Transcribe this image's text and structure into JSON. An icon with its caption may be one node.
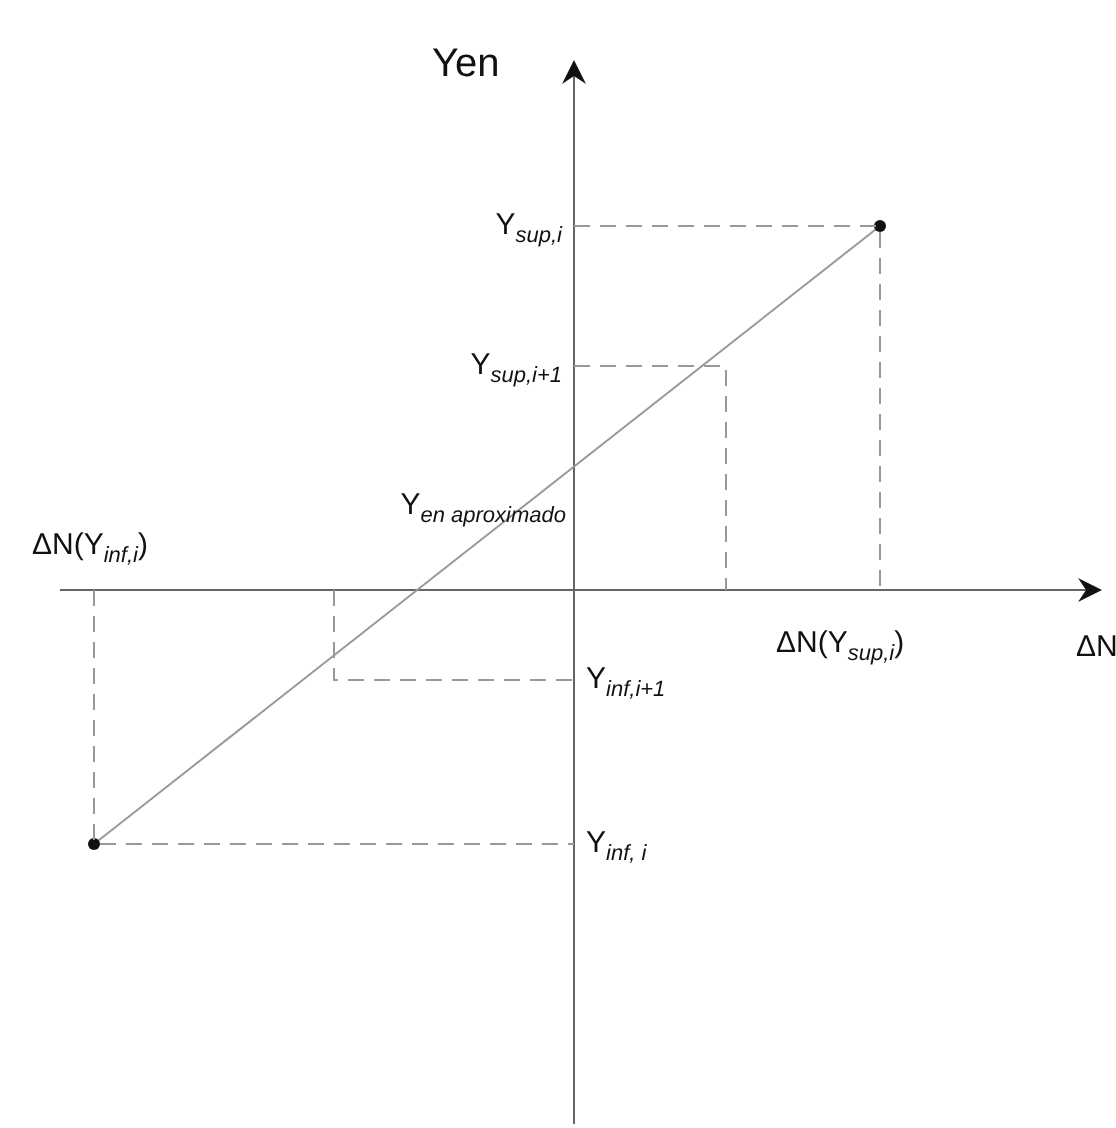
{
  "diagram": {
    "labels": [
      "Yen",
      "Y$_{sup,i}$",
      "Y$_{sup,i+1}$",
      "Y$_{en aproximado}$",
      "ΔN(Y$_{inf,i}$)",
      "ΔN(Y$_{sup,i}$)",
      "ΔN",
      "Y$_{inf,i+1}$",
      "Y$_{inf, i}$"
    ]
  }
}
